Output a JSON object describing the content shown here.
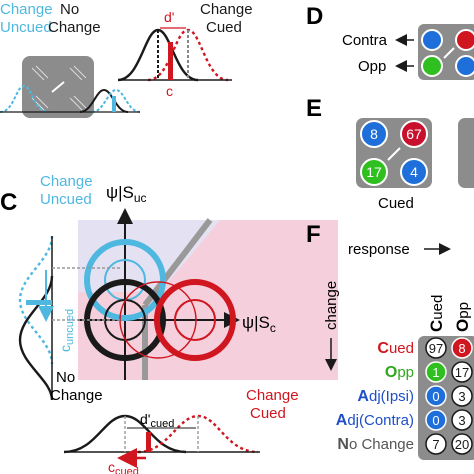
{
  "panel_labels": {
    "c": "C",
    "d": "D",
    "e": "E",
    "f": "F"
  },
  "top": {
    "change_uncued_1": "Change",
    "change_uncued_2": "Uncued",
    "no_change_1": "No",
    "no_change_2": "Change",
    "change_cued_1": "Change",
    "change_cued_2": "Cued",
    "d_prime": "d'",
    "criterion": "c"
  },
  "panel_c": {
    "change_uncued_1": "Change",
    "change_uncued_2": "Uncued",
    "y_axis": "ψ|S",
    "y_axis_sub": "uc",
    "x_axis": "ψ|S",
    "x_axis_sub": "c",
    "c_uncued": "c",
    "c_uncued_sub": "uncued",
    "no_change_1": "No",
    "no_change_2": "Change",
    "change_cued_1": "Change",
    "change_cued_2": "Cued",
    "d_cued": "d'",
    "d_cued_sub": "cued",
    "c_cued": "c",
    "c_cued_sub": "cued"
  },
  "panel_d": {
    "contra": "Contra",
    "opp": "Opp"
  },
  "panel_e": {
    "cued_label": "Cued",
    "dots": [
      {
        "value": "8",
        "color": "#1e6fd9"
      },
      {
        "value": "67",
        "color": "#c8102e"
      },
      {
        "value": "17",
        "color": "#2fbf1f"
      },
      {
        "value": "4",
        "color": "#1e6fd9"
      }
    ]
  },
  "panel_f": {
    "response_label": "response",
    "change_label": "change",
    "columns": [
      {
        "first": "C",
        "rest": "ued"
      },
      {
        "first": "O",
        "rest": "pp"
      }
    ],
    "rows": [
      {
        "first": "C",
        "rest": "ued",
        "color": "#d0161f",
        "values": [
          "97",
          "8"
        ],
        "fills": [
          "#ffffff",
          "#d0161f"
        ]
      },
      {
        "first": "O",
        "rest": "pp",
        "color": "#2fa81f",
        "values": [
          "1",
          "17"
        ],
        "fills": [
          "#2fbf1f",
          "#ffffff"
        ]
      },
      {
        "first": "A",
        "rest": "dj(Ipsi)",
        "color": "#1e4fc8",
        "values": [
          "0",
          "3"
        ],
        "fills": [
          "#1e6fd9",
          "#ffffff"
        ]
      },
      {
        "first": "A",
        "rest": "dj(Contra)",
        "color": "#1e4fc8",
        "values": [
          "0",
          "3"
        ],
        "fills": [
          "#1e6fd9",
          "#ffffff"
        ]
      },
      {
        "first": "N",
        "rest": "o Change",
        "color": "#555555",
        "values": [
          "7",
          "20"
        ],
        "fills": [
          "#ffffff",
          "#ffffff"
        ]
      }
    ]
  },
  "colors": {
    "cued": "#d0161f",
    "uncued": "#4fb8e0",
    "gray_box": "#8c8c8c"
  }
}
